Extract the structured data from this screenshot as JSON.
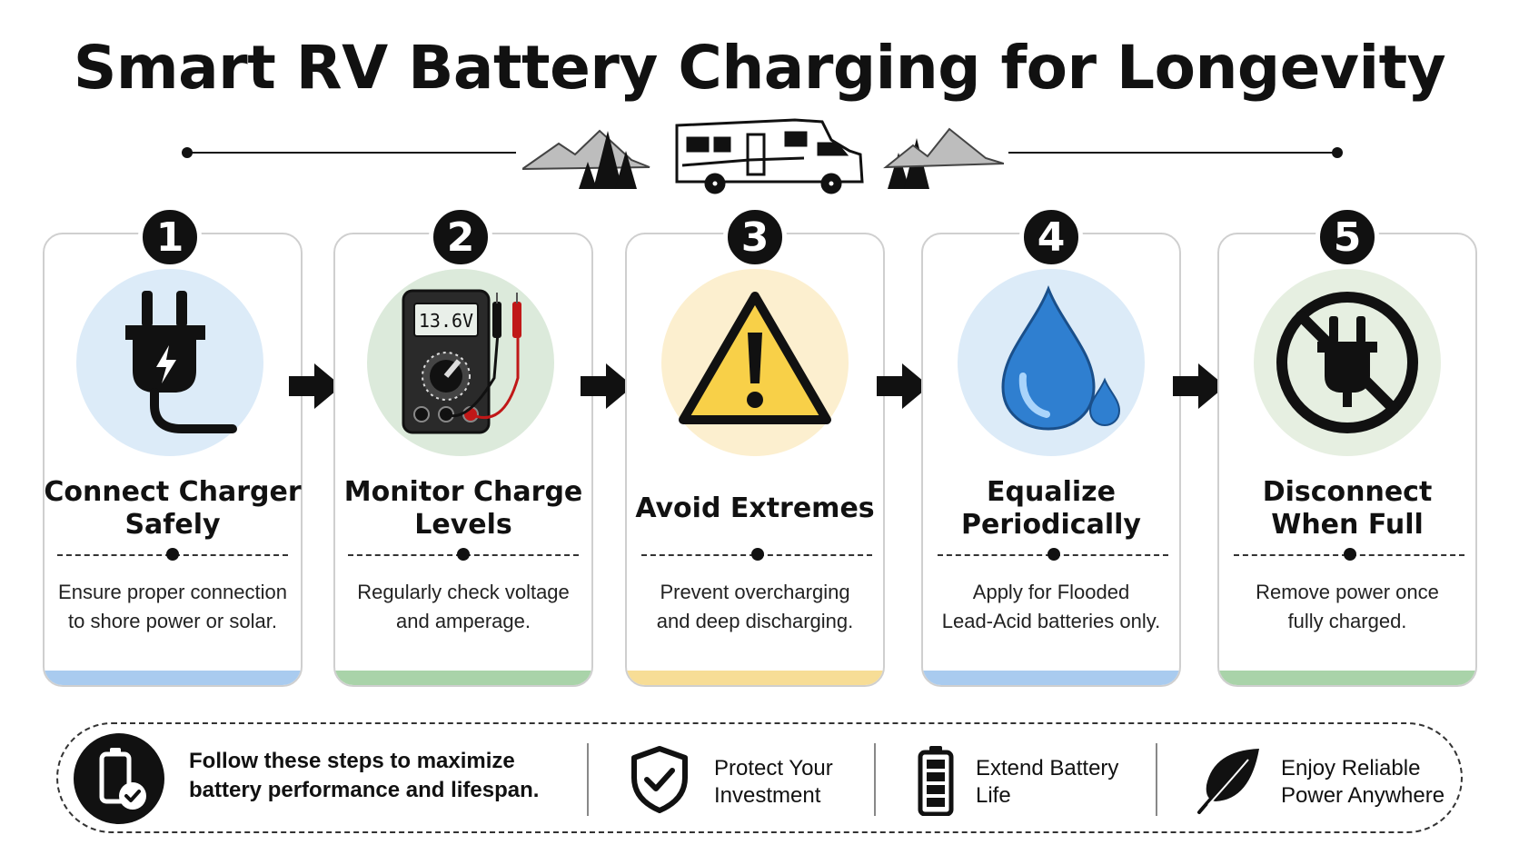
{
  "title": "Smart RV Battery Charging for Longevity",
  "colors": {
    "blue_tint": "#dcebf8",
    "green_tint": "#dceadb",
    "yellow_tint": "#fcefcf",
    "green_tint_alt": "#e6efe1",
    "accent_blue": "#a9cbef",
    "accent_green": "#a9d3a9",
    "accent_yellow": "#f7dd96",
    "warning_yellow": "#f8d048",
    "water_blue": "#2f7fd0"
  },
  "steps": [
    {
      "number": "1",
      "title_line1": "Connect Charger",
      "title_line2": "Safely",
      "desc_line1": "Ensure proper connection",
      "desc_line2": "to shore power or solar.",
      "icon": "plug-icon"
    },
    {
      "number": "2",
      "title_line1": "Monitor Charge",
      "title_line2": "Levels",
      "desc_line1": "Regularly check voltage",
      "desc_line2": "and amperage.",
      "icon": "multimeter-icon",
      "meter_reading": "13.6V"
    },
    {
      "number": "3",
      "title_line1": "Avoid Extremes",
      "title_line2": "",
      "desc_line1": "Prevent overcharging",
      "desc_line2": "and deep discharging.",
      "icon": "warning-icon"
    },
    {
      "number": "4",
      "title_line1": "Equalize",
      "title_line2": "Periodically",
      "desc_line1": "Apply for Flooded",
      "desc_line2": "Lead-Acid batteries only.",
      "icon": "water-drop-icon"
    },
    {
      "number": "5",
      "title_line1": "Disconnect",
      "title_line2": "When Full",
      "desc_line1": "Remove power once",
      "desc_line2": "fully charged.",
      "icon": "no-plug-icon"
    }
  ],
  "footer": {
    "main_line1": "Follow these steps to maximize",
    "main_line2": "battery performance and lifespan.",
    "benefits": [
      {
        "line1": "Protect Your",
        "line2": "Investment",
        "icon": "shield-check-icon"
      },
      {
        "line1": "Extend Battery",
        "line2": "Life",
        "icon": "battery-full-icon"
      },
      {
        "line1": "Enjoy Reliable",
        "line2": "Power Anywhere",
        "icon": "leaf-icon"
      }
    ]
  }
}
